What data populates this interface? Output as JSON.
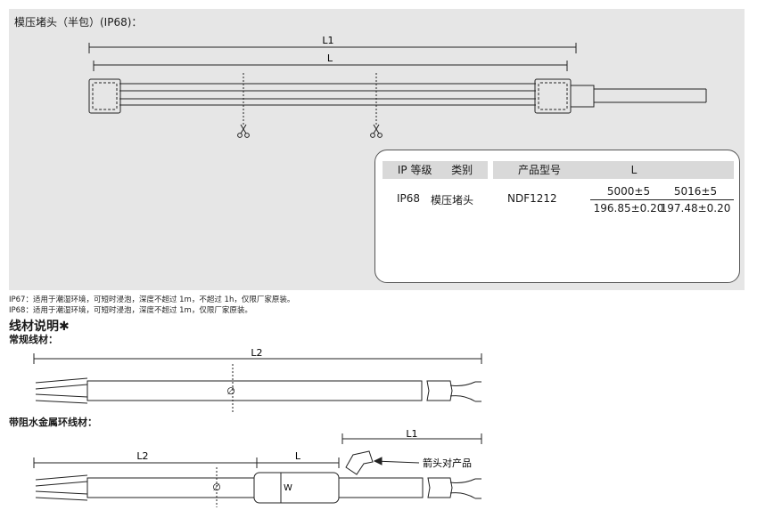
{
  "top": {
    "title": "模压堵头（半包）(IP68)：",
    "dim_l1": "L1",
    "dim_l": "L"
  },
  "info_table": {
    "headers": [
      "IP 等级",
      "类别",
      "产品型号",
      "L"
    ],
    "row": {
      "ip": "IP68",
      "category": "模压堵头",
      "model": "NDF1212",
      "values": [
        {
          "top": "5000±5",
          "bottom": "196.85±0.20"
        },
        {
          "top": "5016±5",
          "bottom": "197.48±0.20"
        }
      ]
    }
  },
  "notes": [
    "IP67：适用于潮湿环境，可短时浸泡，深度不超过 1m，不超过 1h，仅限厂家原装。",
    "IP68：适用于潮湿环境，可短时浸泡，深度不超过 1m，仅限厂家原装。"
  ],
  "wire": {
    "heading": "线材说明✱",
    "regular_label": "常规线材：",
    "regular_dim": "L2",
    "diameter_symbol": "∅",
    "ring_label": "带阻水金属环线材：",
    "ring_dim_l1": "L1",
    "ring_dim_l2": "L2",
    "ring_dim_l": "L",
    "ring_w": "W",
    "arrow_text": "箭头对产品"
  }
}
